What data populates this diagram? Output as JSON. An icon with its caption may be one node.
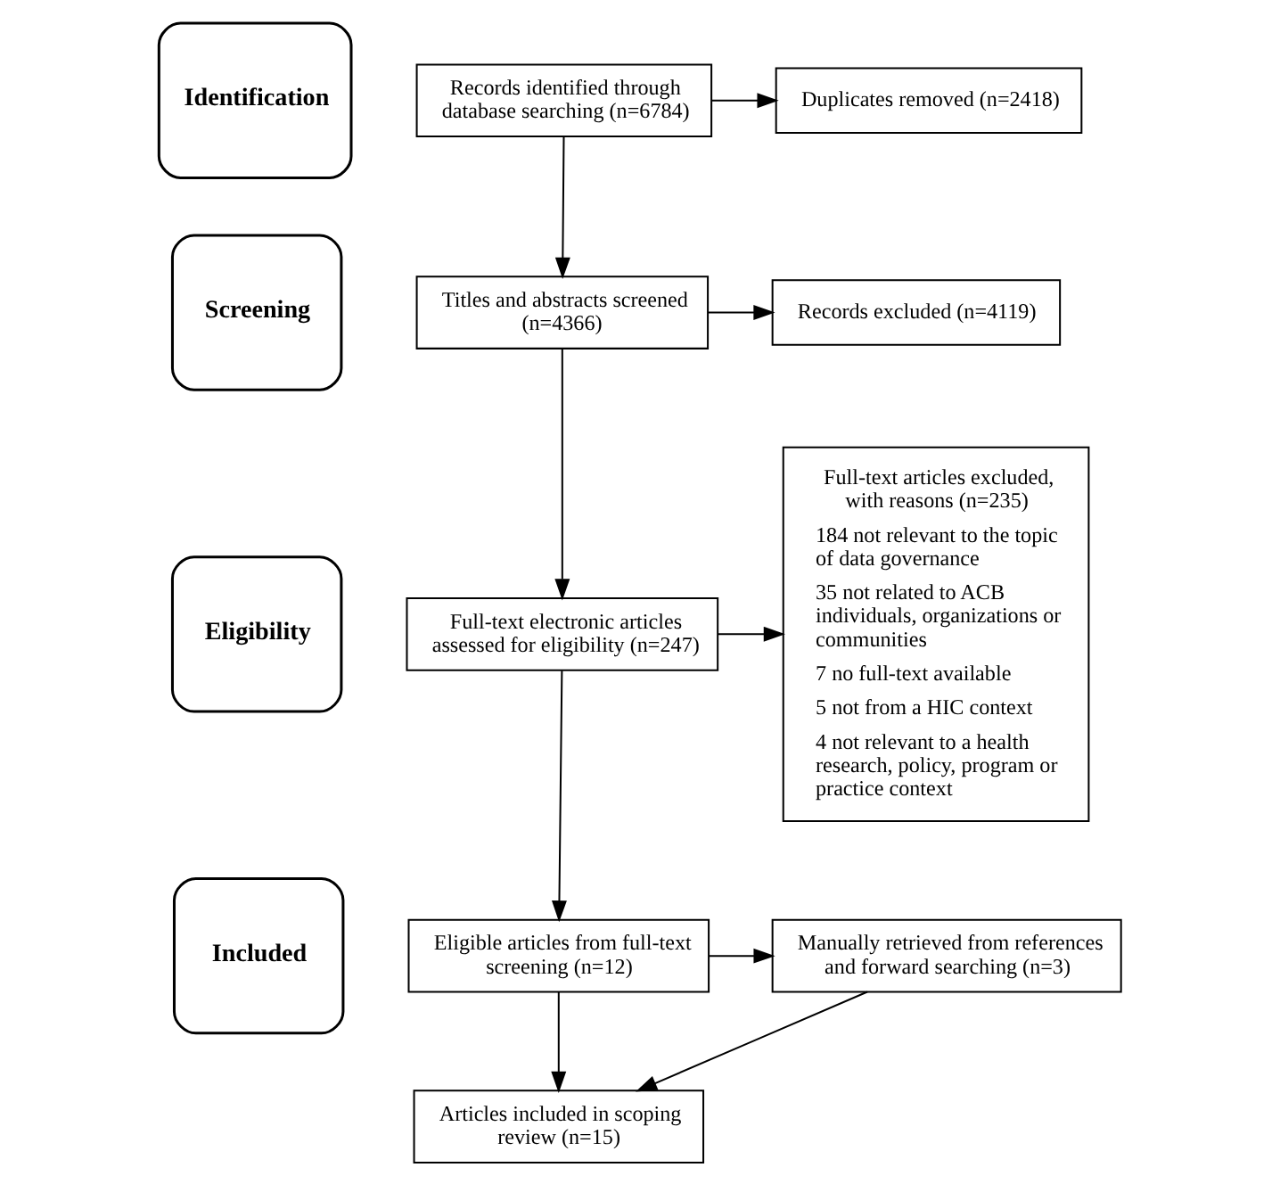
{
  "diagram": {
    "nodes": [
      {
        "text": [
          "Identification"
        ]
      },
      {
        "text": [
          "Screening"
        ]
      },
      {
        "text": [
          "Eligibility"
        ]
      },
      {
        "text": [
          "Included"
        ]
      },
      {
        "text": [
          "Records identified through database searching (n=6784)"
        ]
      },
      {
        "text": [
          "Duplicates removed (n=2418)"
        ]
      },
      {
        "text": [
          "Titles and abstracts screened (n=4366)"
        ]
      },
      {
        "text": [
          "Records excluded (n=4119)"
        ]
      },
      {
        "text": [
          "Full-text electronic articles assessed for eligibility (n=247)"
        ]
      },
      {
        "text": [
          "Full-text articles excluded, with reasons (n=235)",
          "184 not relevant to the topic of data governance",
          "35 not related to ACB individuals, organizations or communities",
          "7 no full-text available",
          "5 not from a HIC context",
          "4 not relevant to a health research, policy, program or practice context"
        ]
      },
      {
        "text": [
          "Eligible articles from full-text screening (n=12)"
        ]
      },
      {
        "text": [
          "Manually retrieved from references and forward searching (n=3)"
        ]
      },
      {
        "text": [
          "Articles included in scoping review (n=15)"
        ]
      }
    ],
    "edges": [
      {
        "from": 4,
        "to": 5,
        "arrow": "to"
      },
      {
        "from": 4,
        "to": 6,
        "arrow": "to"
      },
      {
        "from": 6,
        "to": 7,
        "arrow": "to"
      },
      {
        "from": 6,
        "to": 8,
        "arrow": "to"
      },
      {
        "from": 8,
        "to": 9,
        "arrow": "to"
      },
      {
        "from": 8,
        "to": 10,
        "arrow": "to"
      },
      {
        "from": 10,
        "to": 11,
        "arrow": "to"
      },
      {
        "from": 10,
        "to": 12,
        "arrow": "to"
      },
      {
        "from": 11,
        "to": 12,
        "arrow": "to"
      }
    ]
  }
}
